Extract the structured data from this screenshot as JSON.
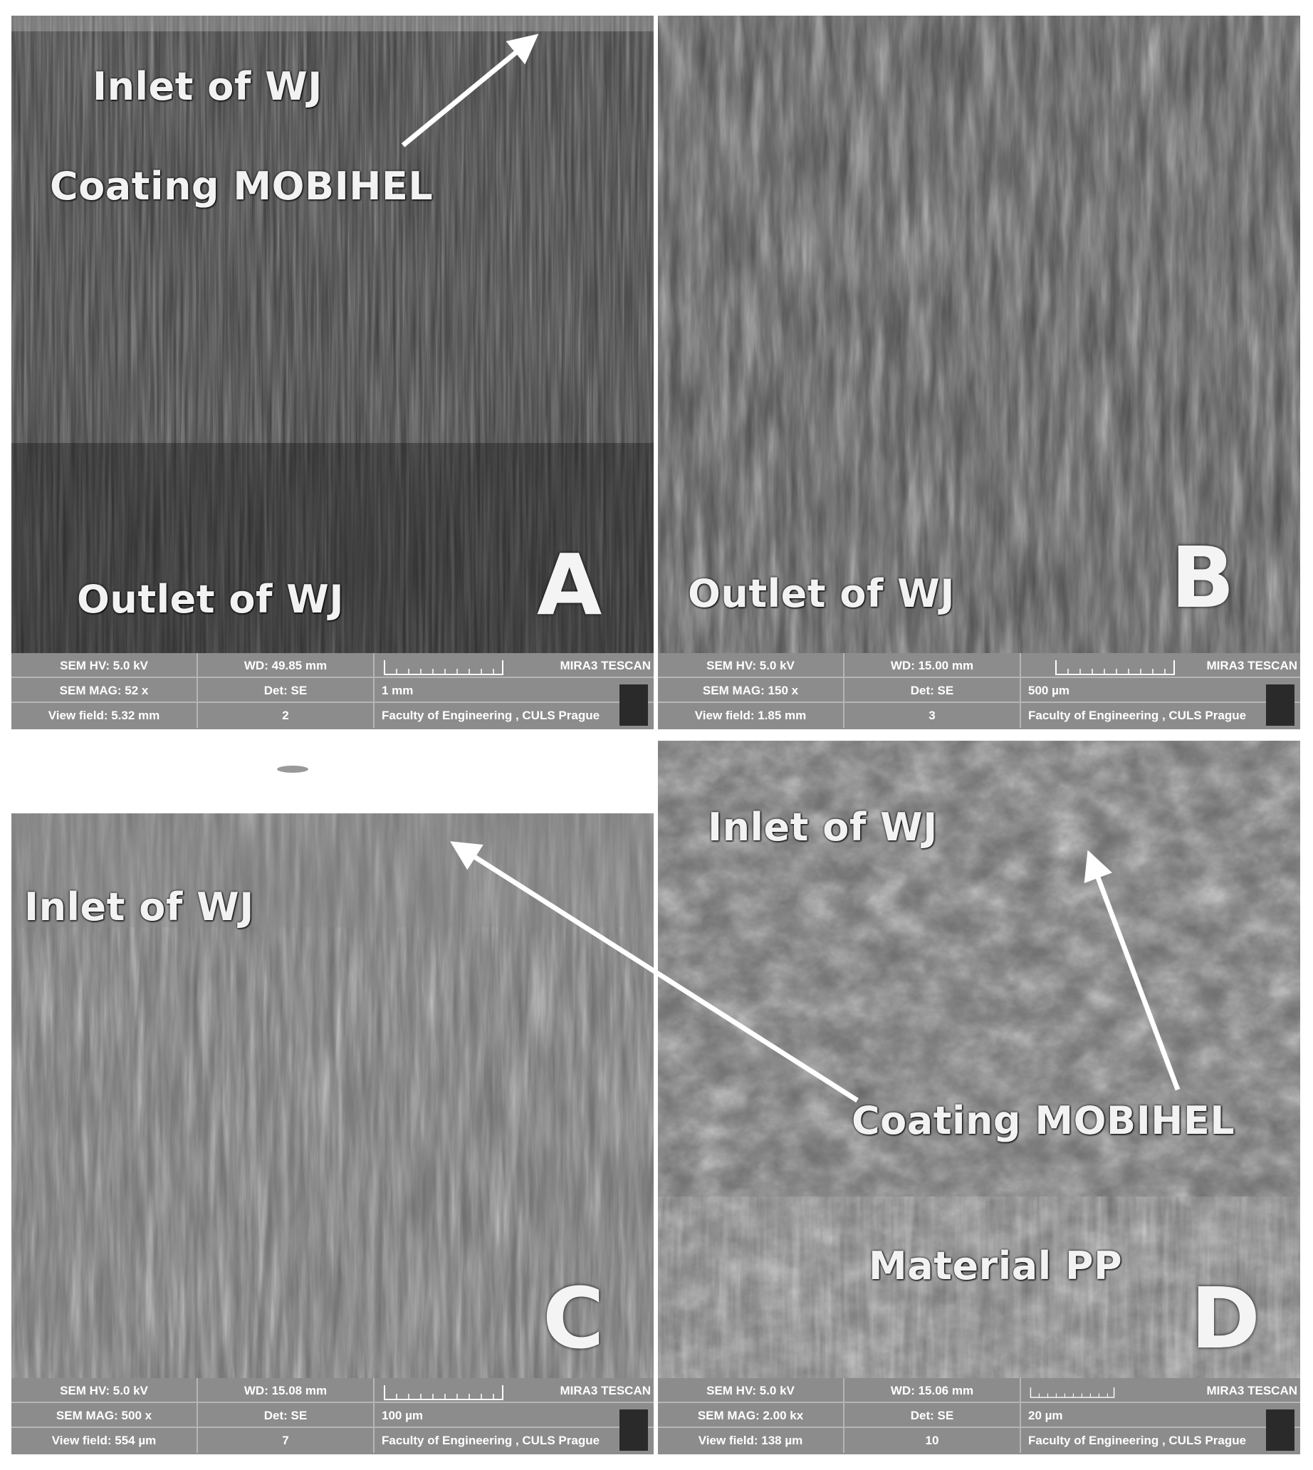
{
  "panels": [
    {
      "letter": "A",
      "labels": {
        "inlet": "Inlet of WJ",
        "coating": "Coating MOBIHEL",
        "outlet": "Outlet of WJ"
      },
      "info": {
        "hv": "SEM HV: 5.0 kV",
        "wd": "WD: 49.85 mm",
        "brand": "MIRA3 TESCAN",
        "mag": "SEM MAG: 52 x",
        "det": "Det: SE",
        "scale": "1 mm",
        "vf": "View field: 5.32 mm",
        "num": "2",
        "faculty": "Faculty of Engineering , CULS Prague"
      }
    },
    {
      "letter": "B",
      "labels": {
        "outlet": "Outlet of WJ"
      },
      "info": {
        "hv": "SEM HV: 5.0 kV",
        "wd": "WD: 15.00 mm",
        "brand": "MIRA3 TESCAN",
        "mag": "SEM MAG: 150 x",
        "det": "Det: SE",
        "scale": "500 µm",
        "vf": "View field: 1.85 mm",
        "num": "3",
        "faculty": "Faculty of Engineering , CULS Prague"
      }
    },
    {
      "letter": "C",
      "labels": {
        "inlet": "Inlet of WJ"
      },
      "info": {
        "hv": "SEM HV: 5.0 kV",
        "wd": "WD: 15.08 mm",
        "brand": "MIRA3 TESCAN",
        "mag": "SEM MAG: 500 x",
        "det": "Det: SE",
        "scale": "100 µm",
        "vf": "View field: 554 µm",
        "num": "7",
        "faculty": "Faculty of Engineering , CULS Prague"
      }
    },
    {
      "letter": "D",
      "labels": {
        "inlet": "Inlet of WJ",
        "coating": "Coating MOBIHEL",
        "material": "Material PP"
      },
      "info": {
        "hv": "SEM HV: 5.0 kV",
        "wd": "WD: 15.06 mm",
        "brand": "MIRA3 TESCAN",
        "mag": "SEM MAG: 2.00 kx",
        "det": "Det: SE",
        "scale": "20 µm",
        "vf": "View field: 138 µm",
        "num": "10",
        "faculty": "Faculty of Engineering , CULS Prague"
      }
    }
  ]
}
